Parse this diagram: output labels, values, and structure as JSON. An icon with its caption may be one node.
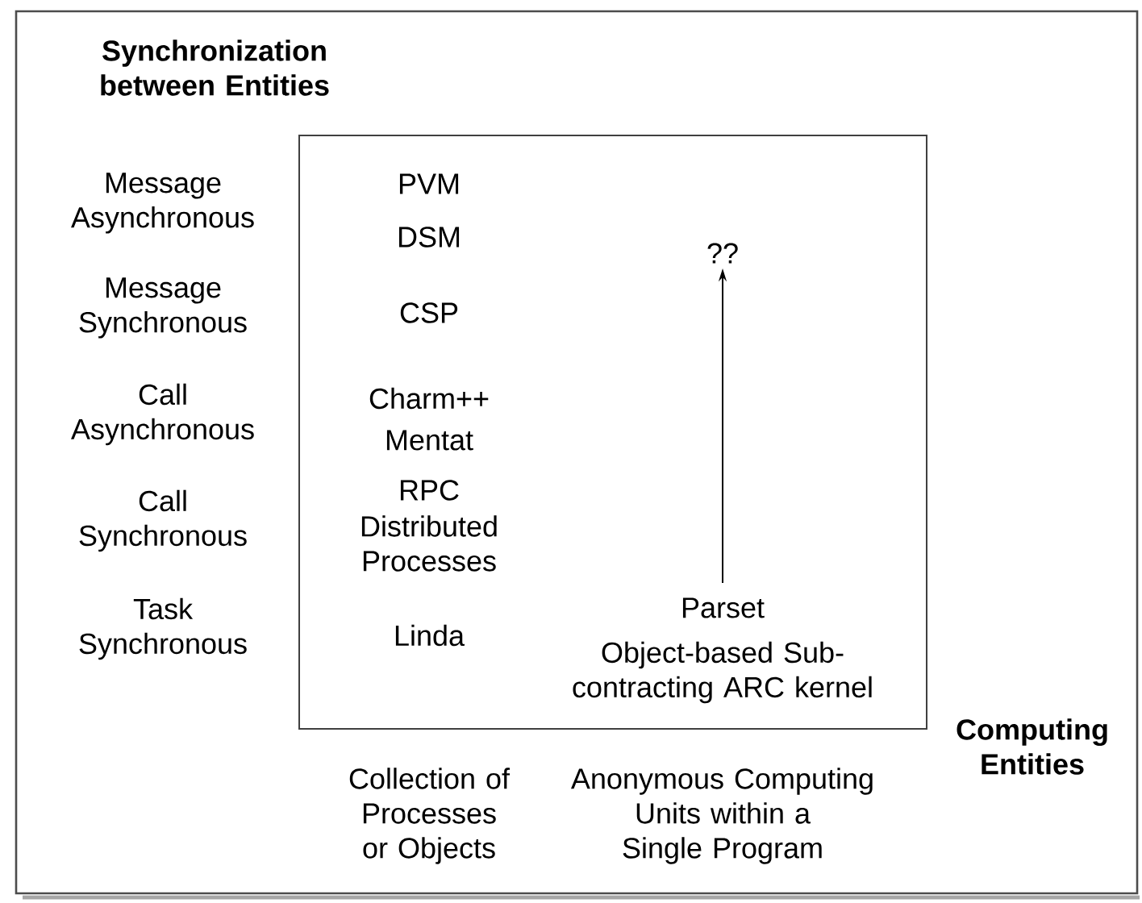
{
  "diagram": {
    "nodes": [
      {
        "text": [],
        "shape": "box"
      },
      {
        "text": [
          "??"
        ],
        "in": 0
      },
      {
        "text": [
          "Parset"
        ],
        "in": 0
      }
    ],
    "edges": [
      {
        "from": 2,
        "to": 1,
        "arrow": "to"
      }
    ],
    "labels": [
      "Synchronization between Entities",
      "Message Asynchronous",
      "PVM",
      "DSM",
      "Message Synchronous",
      "CSP",
      "Call Asynchronous",
      "Charm++",
      "Mentat",
      "Call Synchronous",
      "RPC",
      "Distributed Processes",
      "Task Synchronous",
      "Linda",
      "Object-based Sub-contracting ARC kernel",
      "Computing Entities",
      "Collection of Processes or Objects",
      "Anonymous Computing Units within a Single Program"
    ]
  }
}
